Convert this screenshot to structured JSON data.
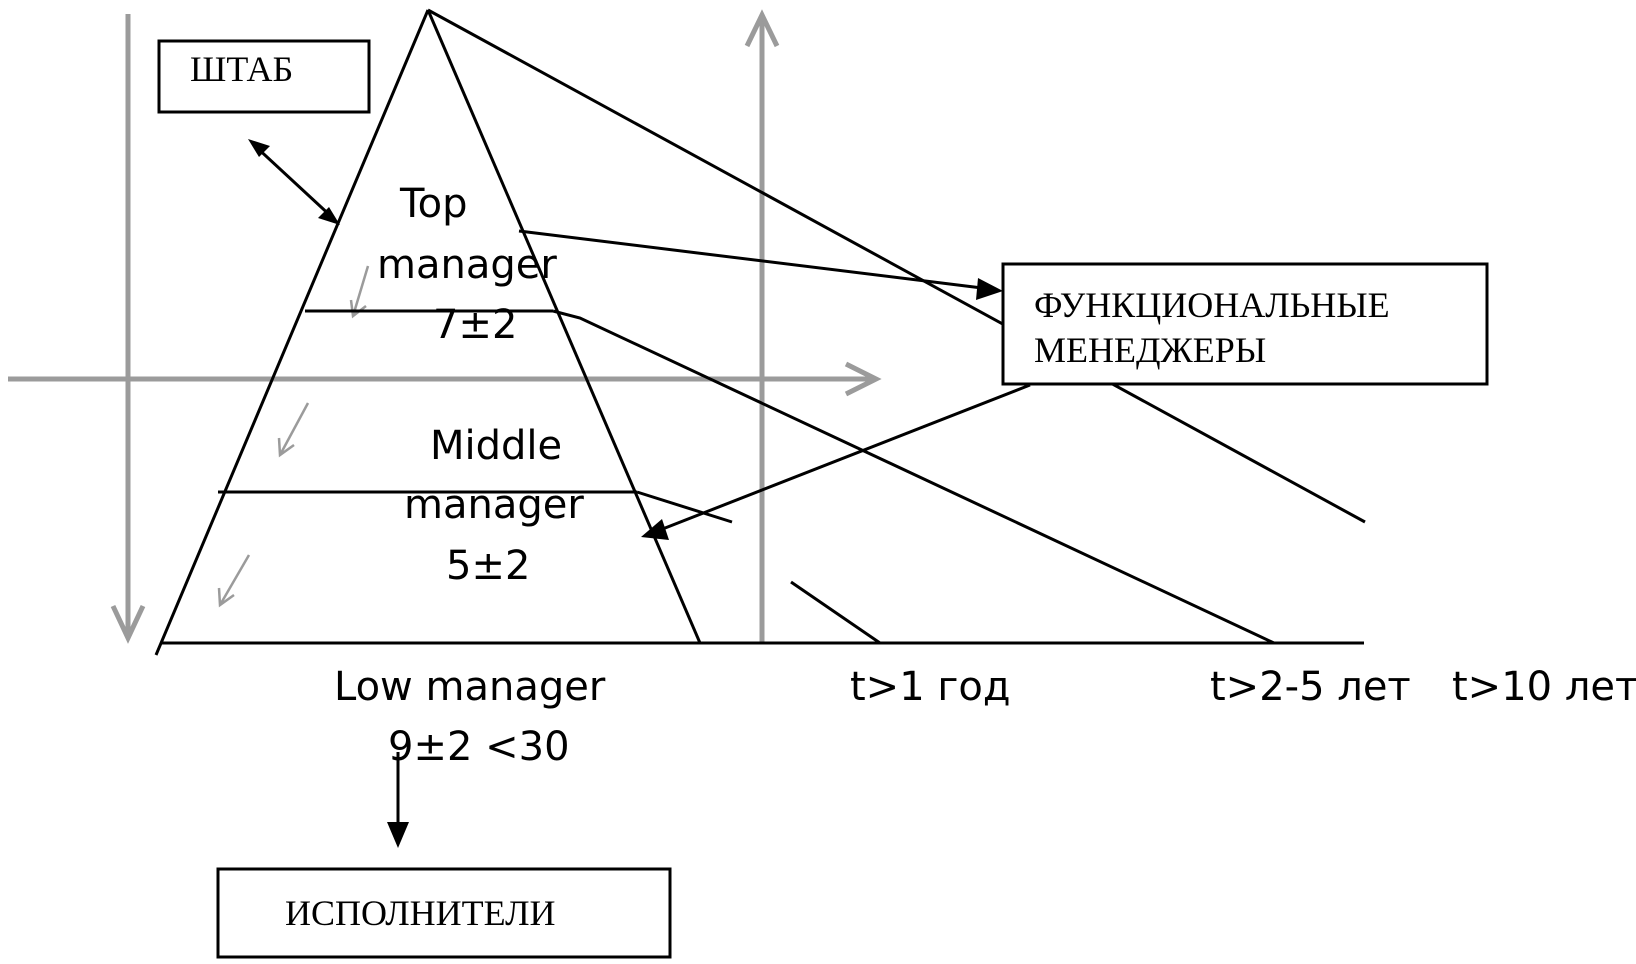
{
  "boxes": {
    "staff": "ШТАБ",
    "functional_line1": "ФУНКЦИОНАЛЬНЫЕ",
    "functional_line2": "МЕНЕДЖЕРЫ",
    "performers": "ИСПОЛНИТЕЛИ"
  },
  "pyramid": {
    "top_title": "Top",
    "top_sub": "manager",
    "top_span": "7±2",
    "middle_title": "Middle",
    "middle_sub": "manager",
    "middle_span": "5±2",
    "low_title": "Low manager",
    "low_span": "9±2 <30"
  },
  "horizons": {
    "short": "t>1 год",
    "medium": "t>2-5 лет",
    "long": "t>10 лет"
  },
  "colors": {
    "line": "#000000",
    "axis": "#9b9b9b",
    "background": "#ffffff"
  }
}
